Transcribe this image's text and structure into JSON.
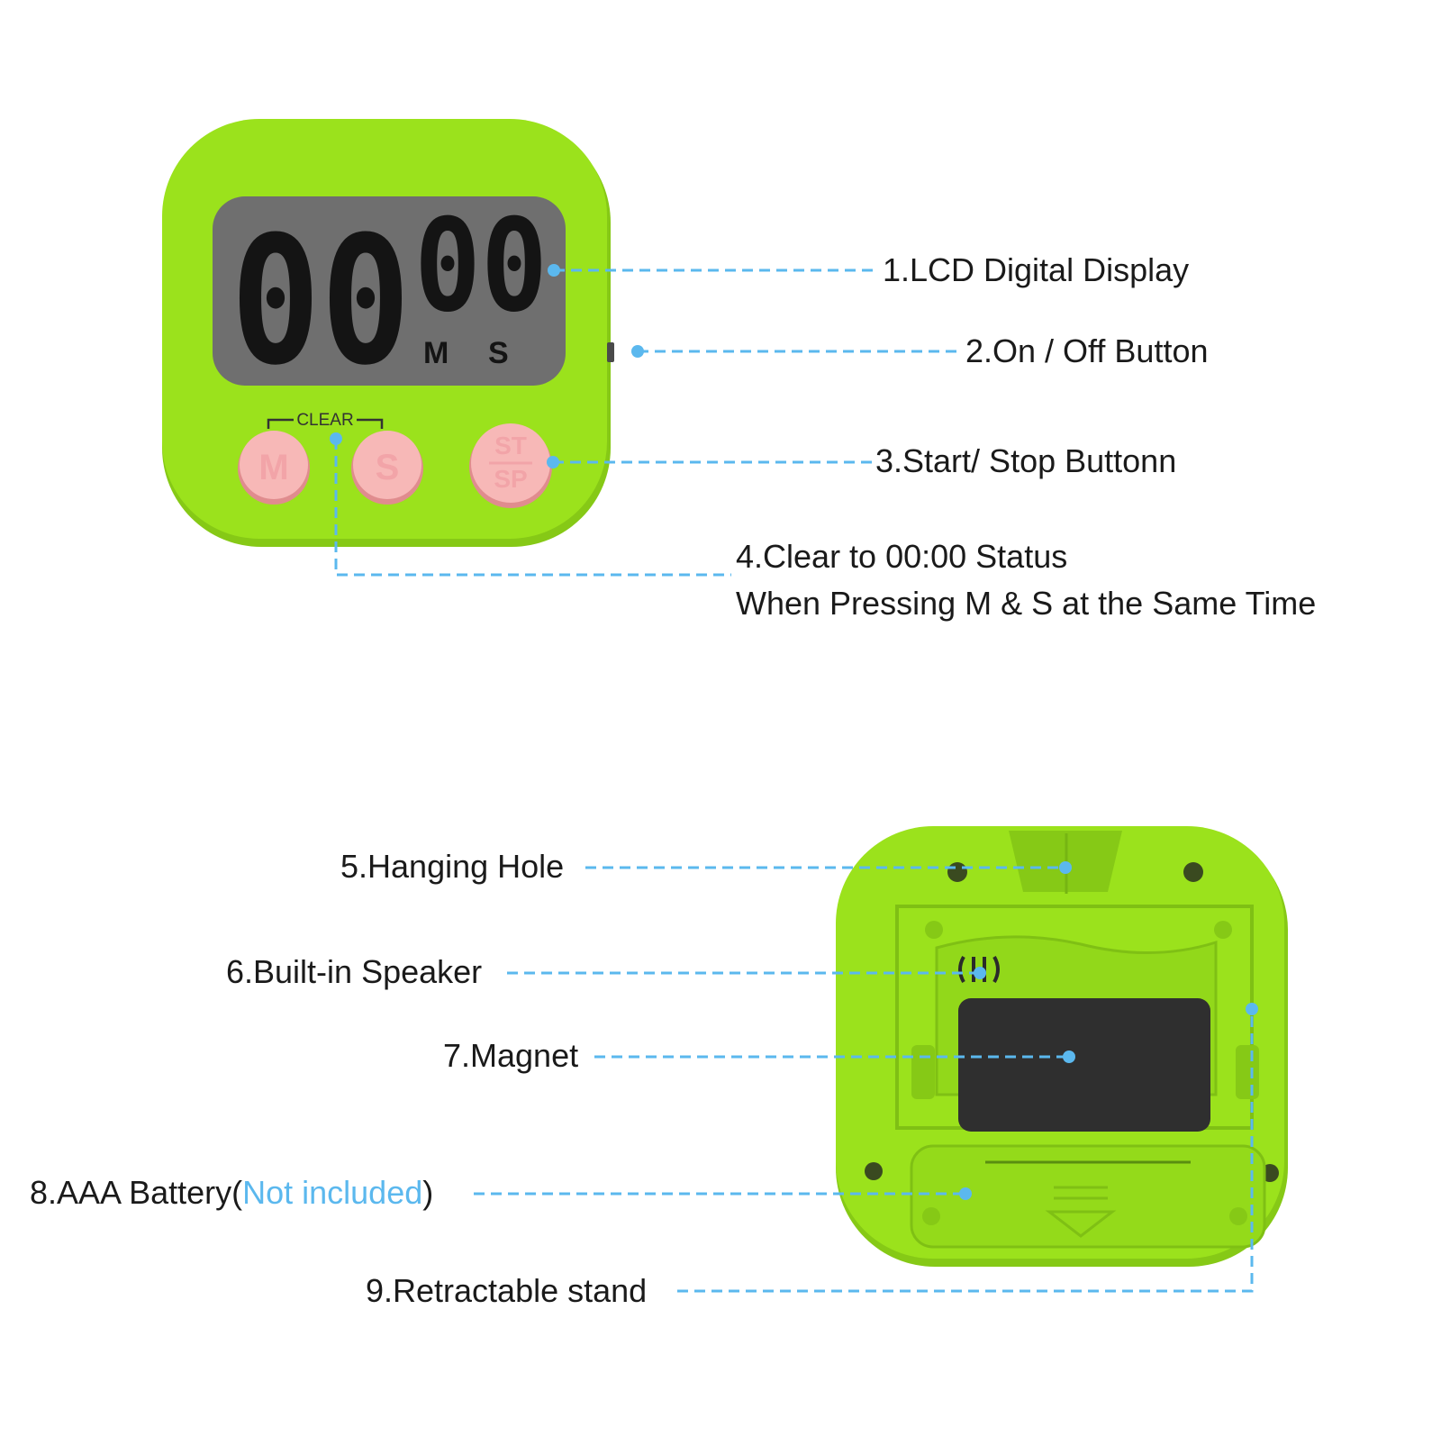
{
  "front": {
    "display_minutes": "00",
    "display_seconds": "00",
    "unit_minutes": "M",
    "unit_seconds": "S",
    "clear_label": "CLEAR",
    "button_m": "M",
    "button_s": "S",
    "button_st": "ST",
    "button_sp": "SP"
  },
  "labels": {
    "lcd": "1.LCD Digital Display",
    "power": "2.On / Off Button",
    "startstop": "3.Start/ Stop Buttonn",
    "clear_line1": "4.Clear to 00:00 Status",
    "clear_line2": "When Pressing M & S at the Same Time",
    "hanging": "5.Hanging Hole",
    "speaker": "6.Built-in Speaker",
    "magnet": "7.Magnet",
    "battery_prefix": "8.AAA Battery(",
    "battery_note": "Not included",
    "battery_suffix": ")",
    "stand": "9.Retractable stand"
  },
  "colors": {
    "body": "#9be21c",
    "body_shade": "#86c916",
    "lcd": "#6f6f6f",
    "button": "#f7b8b7",
    "leader": "#5bb8ee",
    "magnet": "#2f2f2f"
  }
}
